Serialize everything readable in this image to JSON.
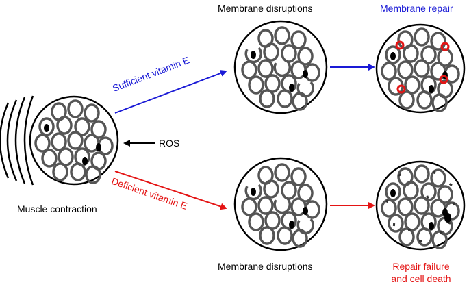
{
  "labels": {
    "muscle_contraction": "Muscle contraction",
    "ros": "ROS",
    "sufficient": "Sufficient vitamin E",
    "deficient": "Deficient vitamin E",
    "membrane_disruptions_top": "Membrane disruptions",
    "membrane_repair": "Membrane repair",
    "membrane_disruptions_bottom": "Membrane disruptions",
    "repair_failure_line1": "Repair failure",
    "repair_failure_line2": "and cell death"
  },
  "colors": {
    "blue": "#1a1ad6",
    "red": "#e41414",
    "ring": "#555555",
    "outline": "#000000"
  },
  "panels": [
    {
      "id": "muscle",
      "state": "intact",
      "motion_lines": true
    },
    {
      "id": "sufficient-disrupted",
      "state": "disrupted"
    },
    {
      "id": "repaired",
      "state": "repaired"
    },
    {
      "id": "deficient-disrupted",
      "state": "disrupted"
    },
    {
      "id": "cell-death",
      "state": "fragmented"
    }
  ]
}
